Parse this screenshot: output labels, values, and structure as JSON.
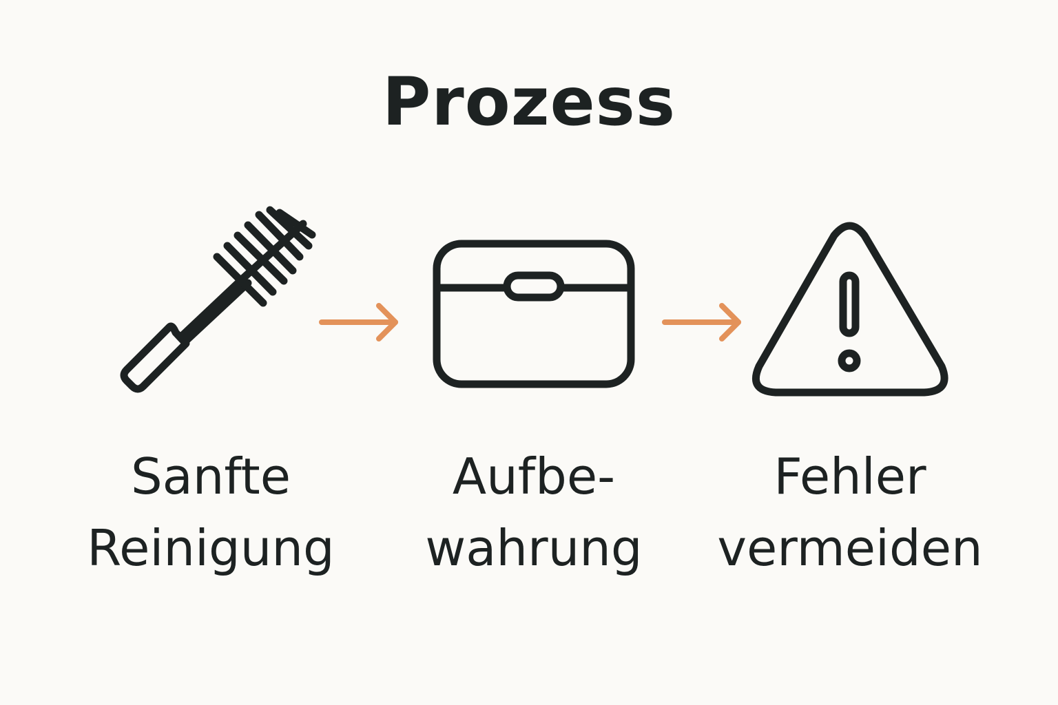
{
  "title": "Prozess",
  "colors": {
    "background": "#fbfaf7",
    "ink": "#1d2222",
    "arrow": "#e3925a"
  },
  "steps": [
    {
      "icon": "bottle-brush-icon",
      "label_lines": [
        "Sanfte",
        "Reinigung"
      ]
    },
    {
      "icon": "storage-box-icon",
      "label_lines": [
        "Aufbe-",
        "wahrung"
      ]
    },
    {
      "icon": "warning-triangle-icon",
      "label_lines": [
        "Fehler",
        "vermeiden"
      ]
    }
  ],
  "connectors": [
    "arrow-right-icon",
    "arrow-right-icon"
  ]
}
